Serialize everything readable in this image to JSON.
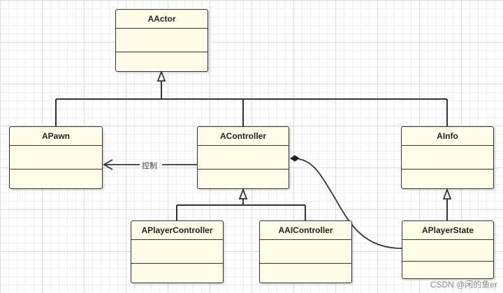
{
  "classes": {
    "aactor": "AActor",
    "apawn": "APawn",
    "acontroller": "AController",
    "ainfo": "AInfo",
    "aplayercontroller": "APlayerController",
    "aaicontroller": "AAIController",
    "aplayerstate": "APlayerState"
  },
  "edges": {
    "control_label": "控制"
  },
  "watermark": "CSDN @闲的鱼er",
  "colors": {
    "box_fill": "#fffde7",
    "stroke": "#333333",
    "grid": "#dcdcdc"
  }
}
